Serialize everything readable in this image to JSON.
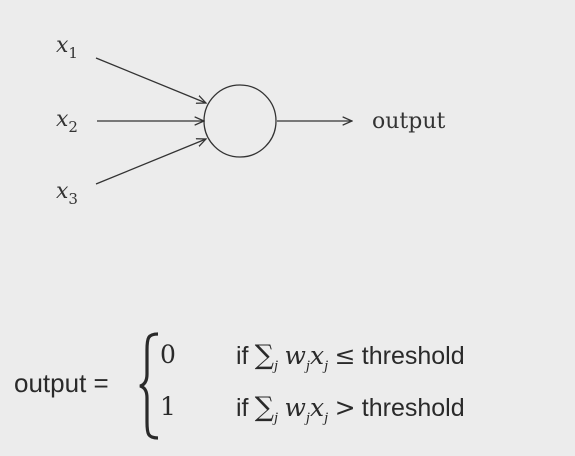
{
  "diagram": {
    "inputs": [
      {
        "var": "x",
        "sub": "1"
      },
      {
        "var": "x",
        "sub": "2"
      },
      {
        "var": "x",
        "sub": "3"
      }
    ],
    "output_label": "output"
  },
  "formula": {
    "lhs": "output =",
    "cases": [
      {
        "value": "0",
        "if_word": "if",
        "sum_symbol": "∑",
        "index": "j",
        "term_w": "w",
        "term_x": "x",
        "term_sub": "j",
        "relation": "≤",
        "rhs": "threshold"
      },
      {
        "value": "1",
        "if_word": "if",
        "sum_symbol": "∑",
        "index": "j",
        "term_w": "w",
        "term_x": "x",
        "term_sub": "j",
        "relation": ">",
        "rhs": "threshold"
      }
    ]
  }
}
